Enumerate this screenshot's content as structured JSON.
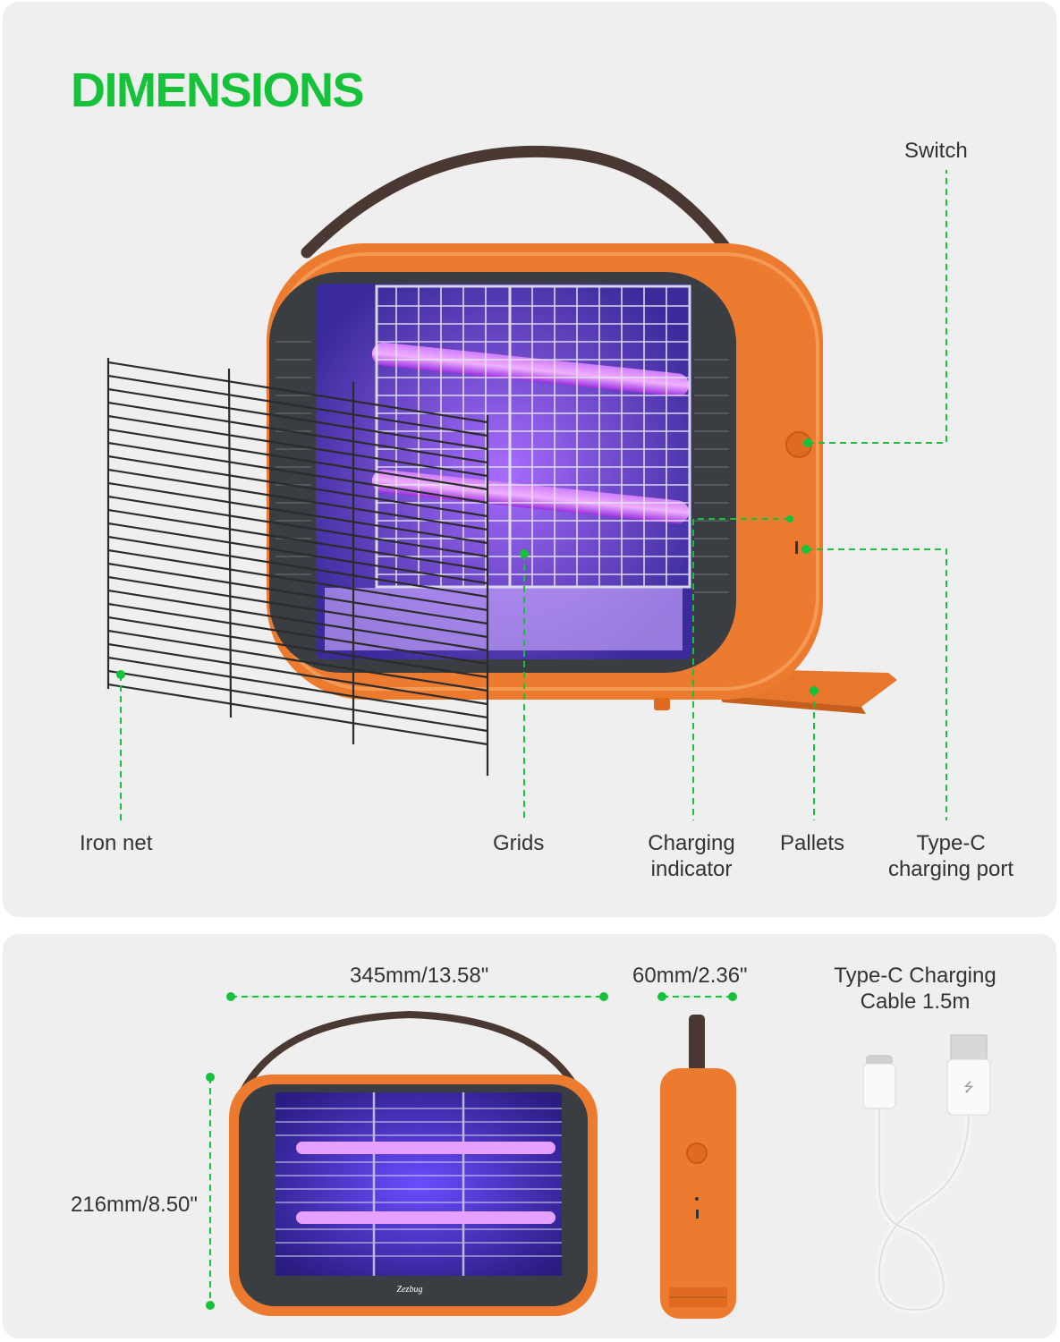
{
  "title": "DIMENSIONS",
  "parts": {
    "switch": "Switch",
    "iron_net": "Iron net",
    "grids": "Grids",
    "charging_indicator": "Charging\nindicator",
    "pallets": "Pallets",
    "type_c_port": "Type-C\ncharging port"
  },
  "dimensions": {
    "width": "345mm/13.58\"",
    "depth": "60mm/2.36\"",
    "height": "216mm/8.50\"",
    "cable": "Type-C Charging\nCable 1.5m"
  },
  "brand": "Zezbug",
  "colors": {
    "accent": "#16c23a",
    "body": "#ec7a2f",
    "frame": "#3a3d42",
    "uv": "#b43cff",
    "handle": "#4a3832"
  }
}
